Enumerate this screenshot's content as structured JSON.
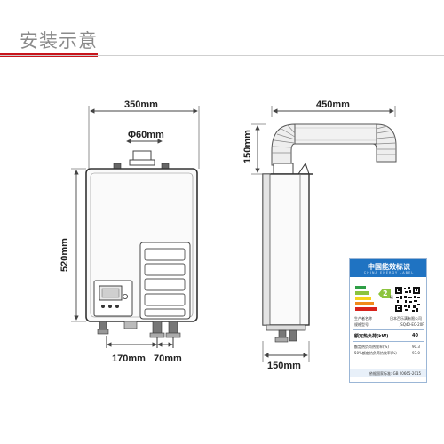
{
  "header": {
    "title": "安装示意"
  },
  "dimensions": {
    "front_width": "350mm",
    "flue_diameter": "Φ60mm",
    "front_height": "520mm",
    "bottom_left": "170mm",
    "bottom_right": "70mm",
    "side_flue_length": "450mm",
    "side_flue_height": "150mm",
    "side_depth": "150mm"
  },
  "energy_label": {
    "title": "中国能效标识",
    "subtitle": "CHINA ENERGY LABEL",
    "maker_key": "生产者名称",
    "maker_value": "日本百乐满有限公司",
    "model_key": "规格型号",
    "model_value": "JSQ40-EC-20F",
    "grade_value": "2",
    "grade_unit": "级",
    "rated_key": "额定热负荷(kW)",
    "rated_value": "40",
    "eff1_key": "额定热负荷热效率(%)",
    "eff1_value": "90.3",
    "eff2_key": "50%额定热负荷热效率(%)",
    "eff2_value": "93.0",
    "standard": "依据国家标准: GB 20665-2015",
    "colors": {
      "header": "#1f73c2",
      "grade1": "#2e9e46",
      "grade2": "#8cc43f",
      "grade3": "#f5d31c",
      "grade4": "#f08a1c",
      "grade5": "#d8231c"
    }
  },
  "colors": {
    "accent": "#c8161d",
    "line": "#555555"
  }
}
